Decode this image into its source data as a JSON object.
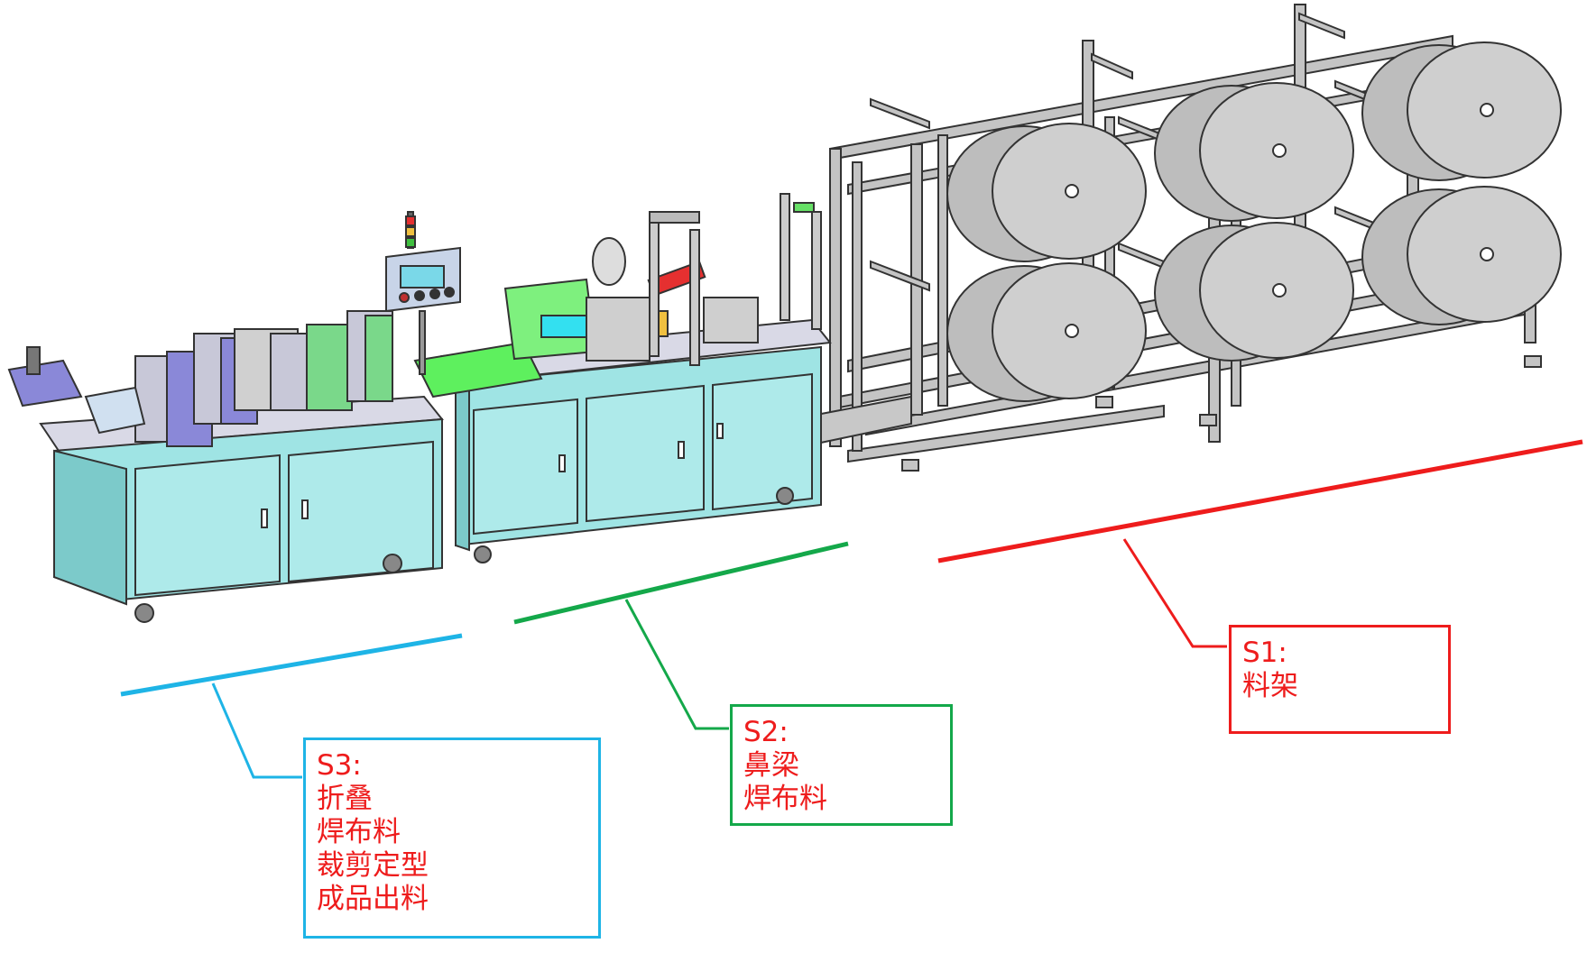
{
  "colors": {
    "s1": "#ee1c1c",
    "s2": "#14a84a",
    "s3": "#1eb4e6",
    "label_text": "#ee1c1c",
    "cabinet": "#9fe4e4",
    "frame": "#b8b8b8",
    "roll": "#cfcfcf"
  },
  "sections": {
    "s1": {
      "id": "S1:",
      "lines": [
        "料架"
      ]
    },
    "s2": {
      "id": "S2:",
      "lines": [
        "鼻梁",
        "焊布料"
      ]
    },
    "s3": {
      "id": "S3:",
      "lines": [
        "折叠",
        "焊布料",
        "裁剪定型",
        "成品出料"
      ]
    }
  }
}
